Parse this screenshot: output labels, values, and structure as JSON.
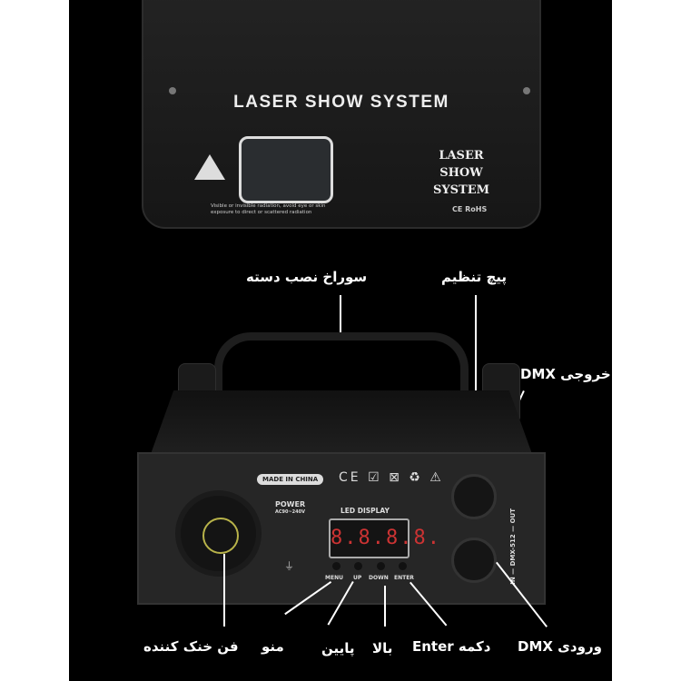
{
  "front_panel": {
    "title": "LASER SHOW SYSTEM",
    "subtitle_line1": "LASER SHOW",
    "subtitle_line2": "SYSTEM",
    "warning_line1": "Visible or invisible radiation, avoid eye or skin",
    "warning_line2": "exposure to direct or scattered radiation",
    "cert": "CE RoHS"
  },
  "rear_panel": {
    "made_in": "MADE IN CHINA",
    "power_label": "POWER",
    "power_rating": "AC90~240V",
    "led_display_label": "LED DISPLAY",
    "led_value": "8.8.8.8.",
    "buttons": [
      "MENU",
      "UP",
      "DOWN",
      "ENTER"
    ],
    "dmx_out": "OUT",
    "dmx_name": "DMX-512",
    "dmx_in": "IN"
  },
  "annotations": {
    "mount_hole": "سوراخ نصب دسته",
    "adjust_screw": "پیچ تنظیم",
    "dmx_output": "خروجی DMX",
    "cooling_fan": "فن خنک کننده",
    "menu": "منو",
    "down": "پایین",
    "up": "بالا",
    "enter_button": "دکمه Enter",
    "dmx_input": "ورودی DMX"
  }
}
